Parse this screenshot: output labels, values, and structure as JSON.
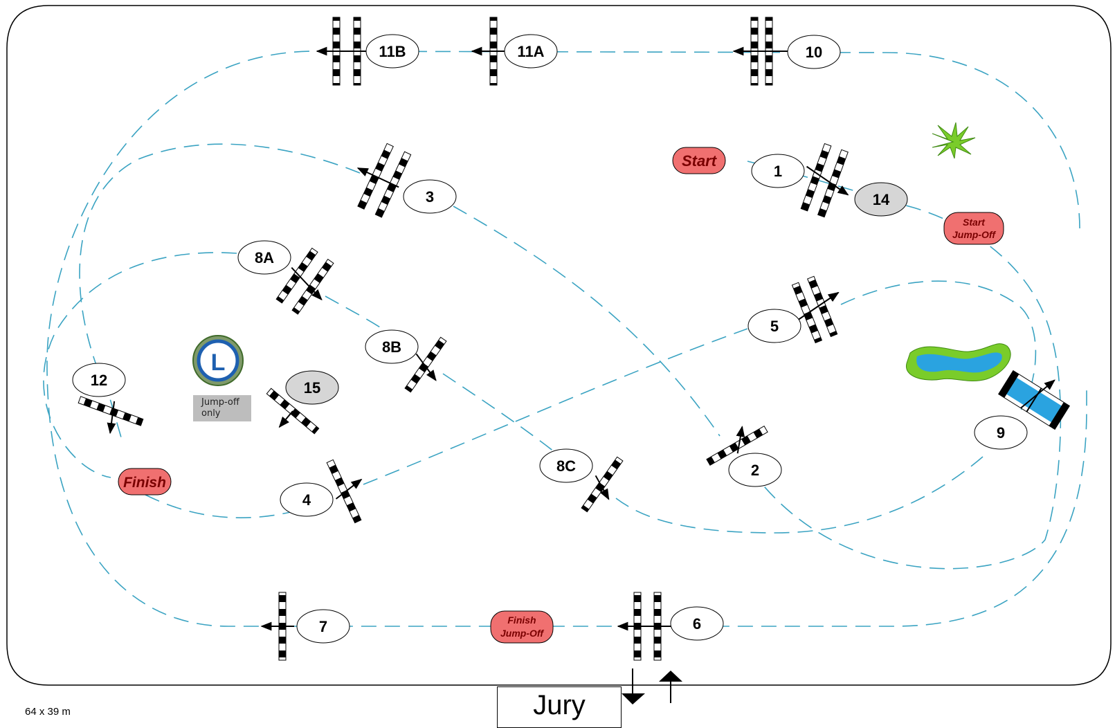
{
  "arena": {
    "size_text": "64 x 39 m"
  },
  "jury": {
    "label": "Jury"
  },
  "jumpoff_note": "Jump-off only",
  "marker_letter": "L",
  "colors": {
    "path": "#3aa3c2",
    "badge_fill": "#f07070",
    "water": "#2aa3e0",
    "foliage": "#7acc2a",
    "gray_label": "#d6d6d6"
  },
  "badges": {
    "start": "Start",
    "finish": "Finish",
    "start_jumpoff_1": "Start",
    "start_jumpoff_2": "Jump-Off",
    "finish_jumpoff_1": "Finish",
    "finish_jumpoff_2": "Jump-Off"
  },
  "obstacles": [
    {
      "id": "1",
      "label": "1",
      "jumpoff": false
    },
    {
      "id": "2",
      "label": "2",
      "jumpoff": false
    },
    {
      "id": "3",
      "label": "3",
      "jumpoff": false
    },
    {
      "id": "4",
      "label": "4",
      "jumpoff": false
    },
    {
      "id": "5",
      "label": "5",
      "jumpoff": false
    },
    {
      "id": "6",
      "label": "6",
      "jumpoff": false
    },
    {
      "id": "7",
      "label": "7",
      "jumpoff": false
    },
    {
      "id": "8a",
      "label": "8A",
      "jumpoff": false
    },
    {
      "id": "8b",
      "label": "8B",
      "jumpoff": false
    },
    {
      "id": "8c",
      "label": "8C",
      "jumpoff": false
    },
    {
      "id": "9",
      "label": "9",
      "jumpoff": false
    },
    {
      "id": "10",
      "label": "10",
      "jumpoff": false
    },
    {
      "id": "11a",
      "label": "11A",
      "jumpoff": false
    },
    {
      "id": "11b",
      "label": "11B",
      "jumpoff": false
    },
    {
      "id": "12",
      "label": "12",
      "jumpoff": false
    },
    {
      "id": "14",
      "label": "14",
      "jumpoff": true
    },
    {
      "id": "15",
      "label": "15",
      "jumpoff": true
    }
  ]
}
